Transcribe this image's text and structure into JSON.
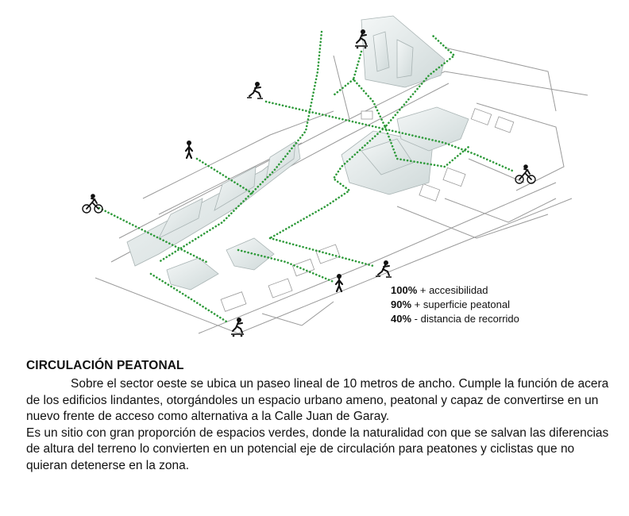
{
  "stats": [
    {
      "value": "100%",
      "label": "+ accesibilidad"
    },
    {
      "value": "90%",
      "label": "+ superficie peatonal"
    },
    {
      "value": "40%",
      "label": "- distancia de recorrido"
    }
  ],
  "section": {
    "heading": "CIRCULACIÓN PEATONAL",
    "paragraph1": "Sobre el sector oeste se ubica un paseo lineal de 10 metros de ancho. Cumple la función de acera de los edificios lindantes, otorgándoles un espacio urbano ameno, peatonal y capaz de convertirse en un nuevo frente de acceso como alternativa a la Calle Juan de Garay.",
    "paragraph2": "Es un sitio con gran proporción de espacios verdes, donde la naturalidad con que se salvan las diferencias de altura del terreno lo convierten en un potencial eje de circulación para peatones y ciclistas que no quieran detenerse en la zona."
  },
  "icons": [
    "skateboard-icon",
    "skater-icon",
    "pedestrian-icon",
    "bicycle-icon"
  ],
  "colors": {
    "route": "#2e9a3a",
    "massing": "#d9e2e2",
    "lines": "#8a8a8a"
  }
}
